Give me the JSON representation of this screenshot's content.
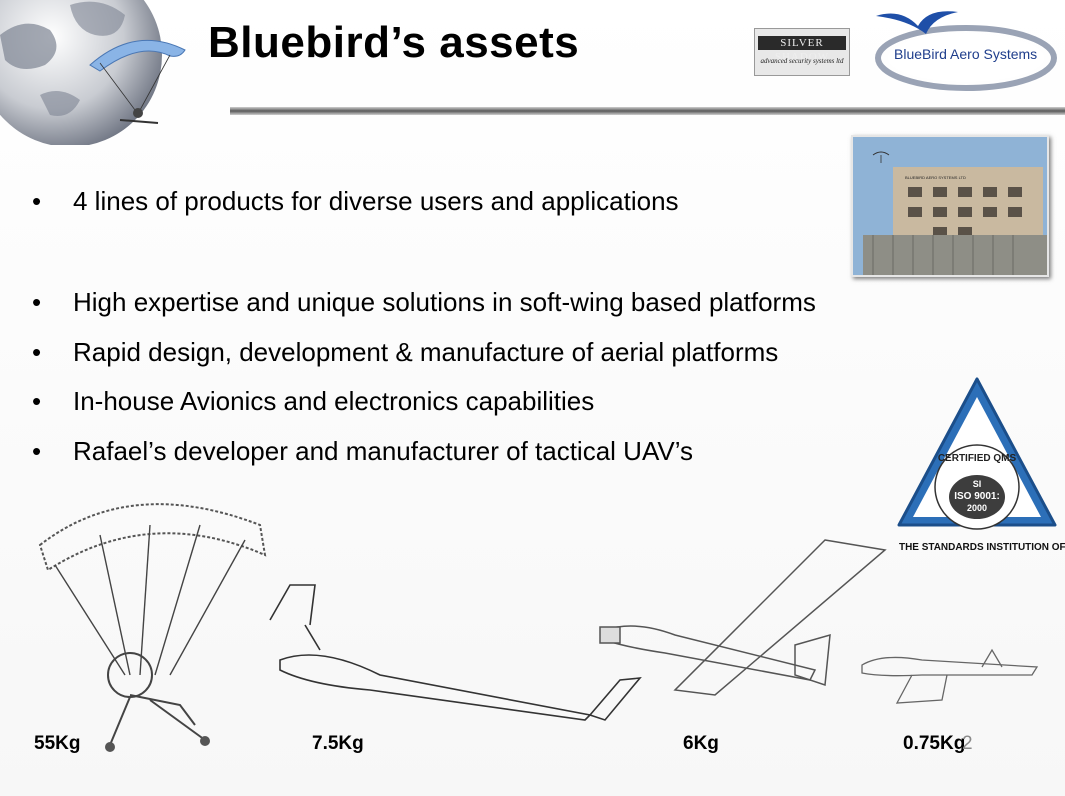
{
  "slide": {
    "title": "Bluebird’s assets",
    "logos": {
      "silver_shadow_name": "SILVER SHADOW",
      "silver_shadow_tagline": "advanced security systems ltd",
      "bluebird_name": "BlueBird Aero Systems",
      "building_sign": "BLUEBIRD AERO SYSTEMS LTD",
      "iso_certified": "CERTIFIED QMS",
      "iso_si": "SI",
      "iso_standard": "ISO 9001:",
      "iso_year": "2000",
      "iso_caption": "THE STANDARDS INSTITUTION OF ISRAEL"
    },
    "bullets": [
      "4 lines of products for diverse users and applications",
      "High expertise and unique solutions in soft-wing based platforms",
      "Rapid design, development & manufacture of aerial platforms",
      "In-house Avionics and electronics capabilities",
      "Rafael’s developer and manufacturer of tactical UAV’s"
    ],
    "bullet_glyph": "•",
    "products": [
      {
        "icon": "parafoil-uav-icon",
        "weight": "55Kg"
      },
      {
        "icon": "flying-wing-uav-icon",
        "weight": "7.5Kg"
      },
      {
        "icon": "fixed-wing-uav-icon",
        "weight": "6Kg"
      },
      {
        "icon": "mini-uav-icon",
        "weight": "0.75Kg"
      }
    ],
    "page_number": "2"
  },
  "colors": {
    "brand_blue": "#1f4fa8",
    "title": "#000000"
  }
}
